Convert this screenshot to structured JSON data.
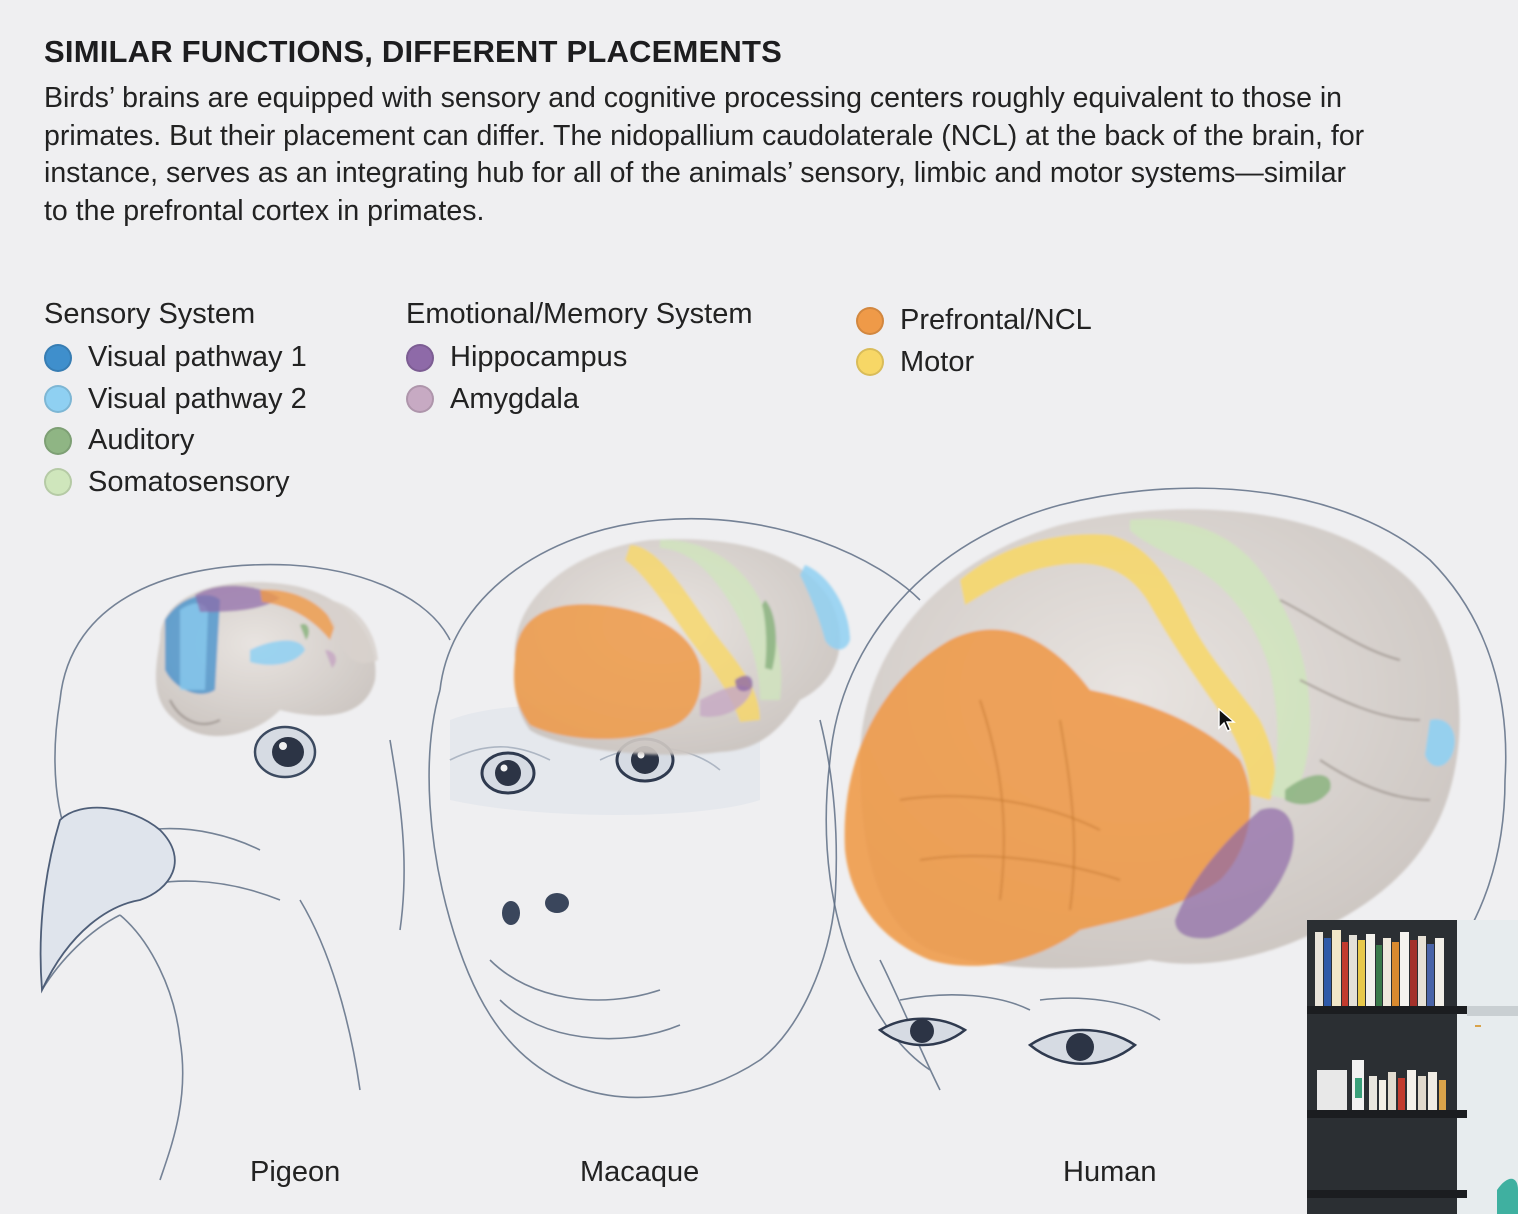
{
  "title": "SIMILAR FUNCTIONS, DIFFERENT PLACEMENTS",
  "body_lines": [
    "Birds’ brains are equipped with sensory and cognitive processing centers roughly equivalent to those in",
    "primates. But their placement can differ. The nidopallium caudolaterale (NCL) at the back of the brain, for",
    "instance, serves as an integrating hub for all of the animals’ sensory, limbic and motor systems—similar",
    "to the prefrontal cortex in primates."
  ],
  "legend": {
    "sensory": {
      "heading": "Sensory System",
      "items": [
        {
          "label": "Visual pathway 1",
          "color": "#3f8fcc"
        },
        {
          "label": "Visual pathway 2",
          "color": "#8fd0f2"
        },
        {
          "label": "Auditory",
          "color": "#8fb584"
        },
        {
          "label": "Somatosensory",
          "color": "#cfe6bc"
        }
      ]
    },
    "emotional": {
      "heading": "Emotional/Memory System",
      "items": [
        {
          "label": "Hippocampus",
          "color": "#8e6aa8"
        },
        {
          "label": "Amygdala",
          "color": "#c7aac3"
        }
      ]
    },
    "other": {
      "items": [
        {
          "label": "Prefrontal/NCL",
          "color": "#ef9a48"
        },
        {
          "label": "Motor",
          "color": "#f7d766"
        }
      ]
    }
  },
  "animals": {
    "pigeon": "Pigeon",
    "macaque": "Macaque",
    "human": "Human"
  },
  "icons": [
    "mouse-cursor-icon"
  ]
}
